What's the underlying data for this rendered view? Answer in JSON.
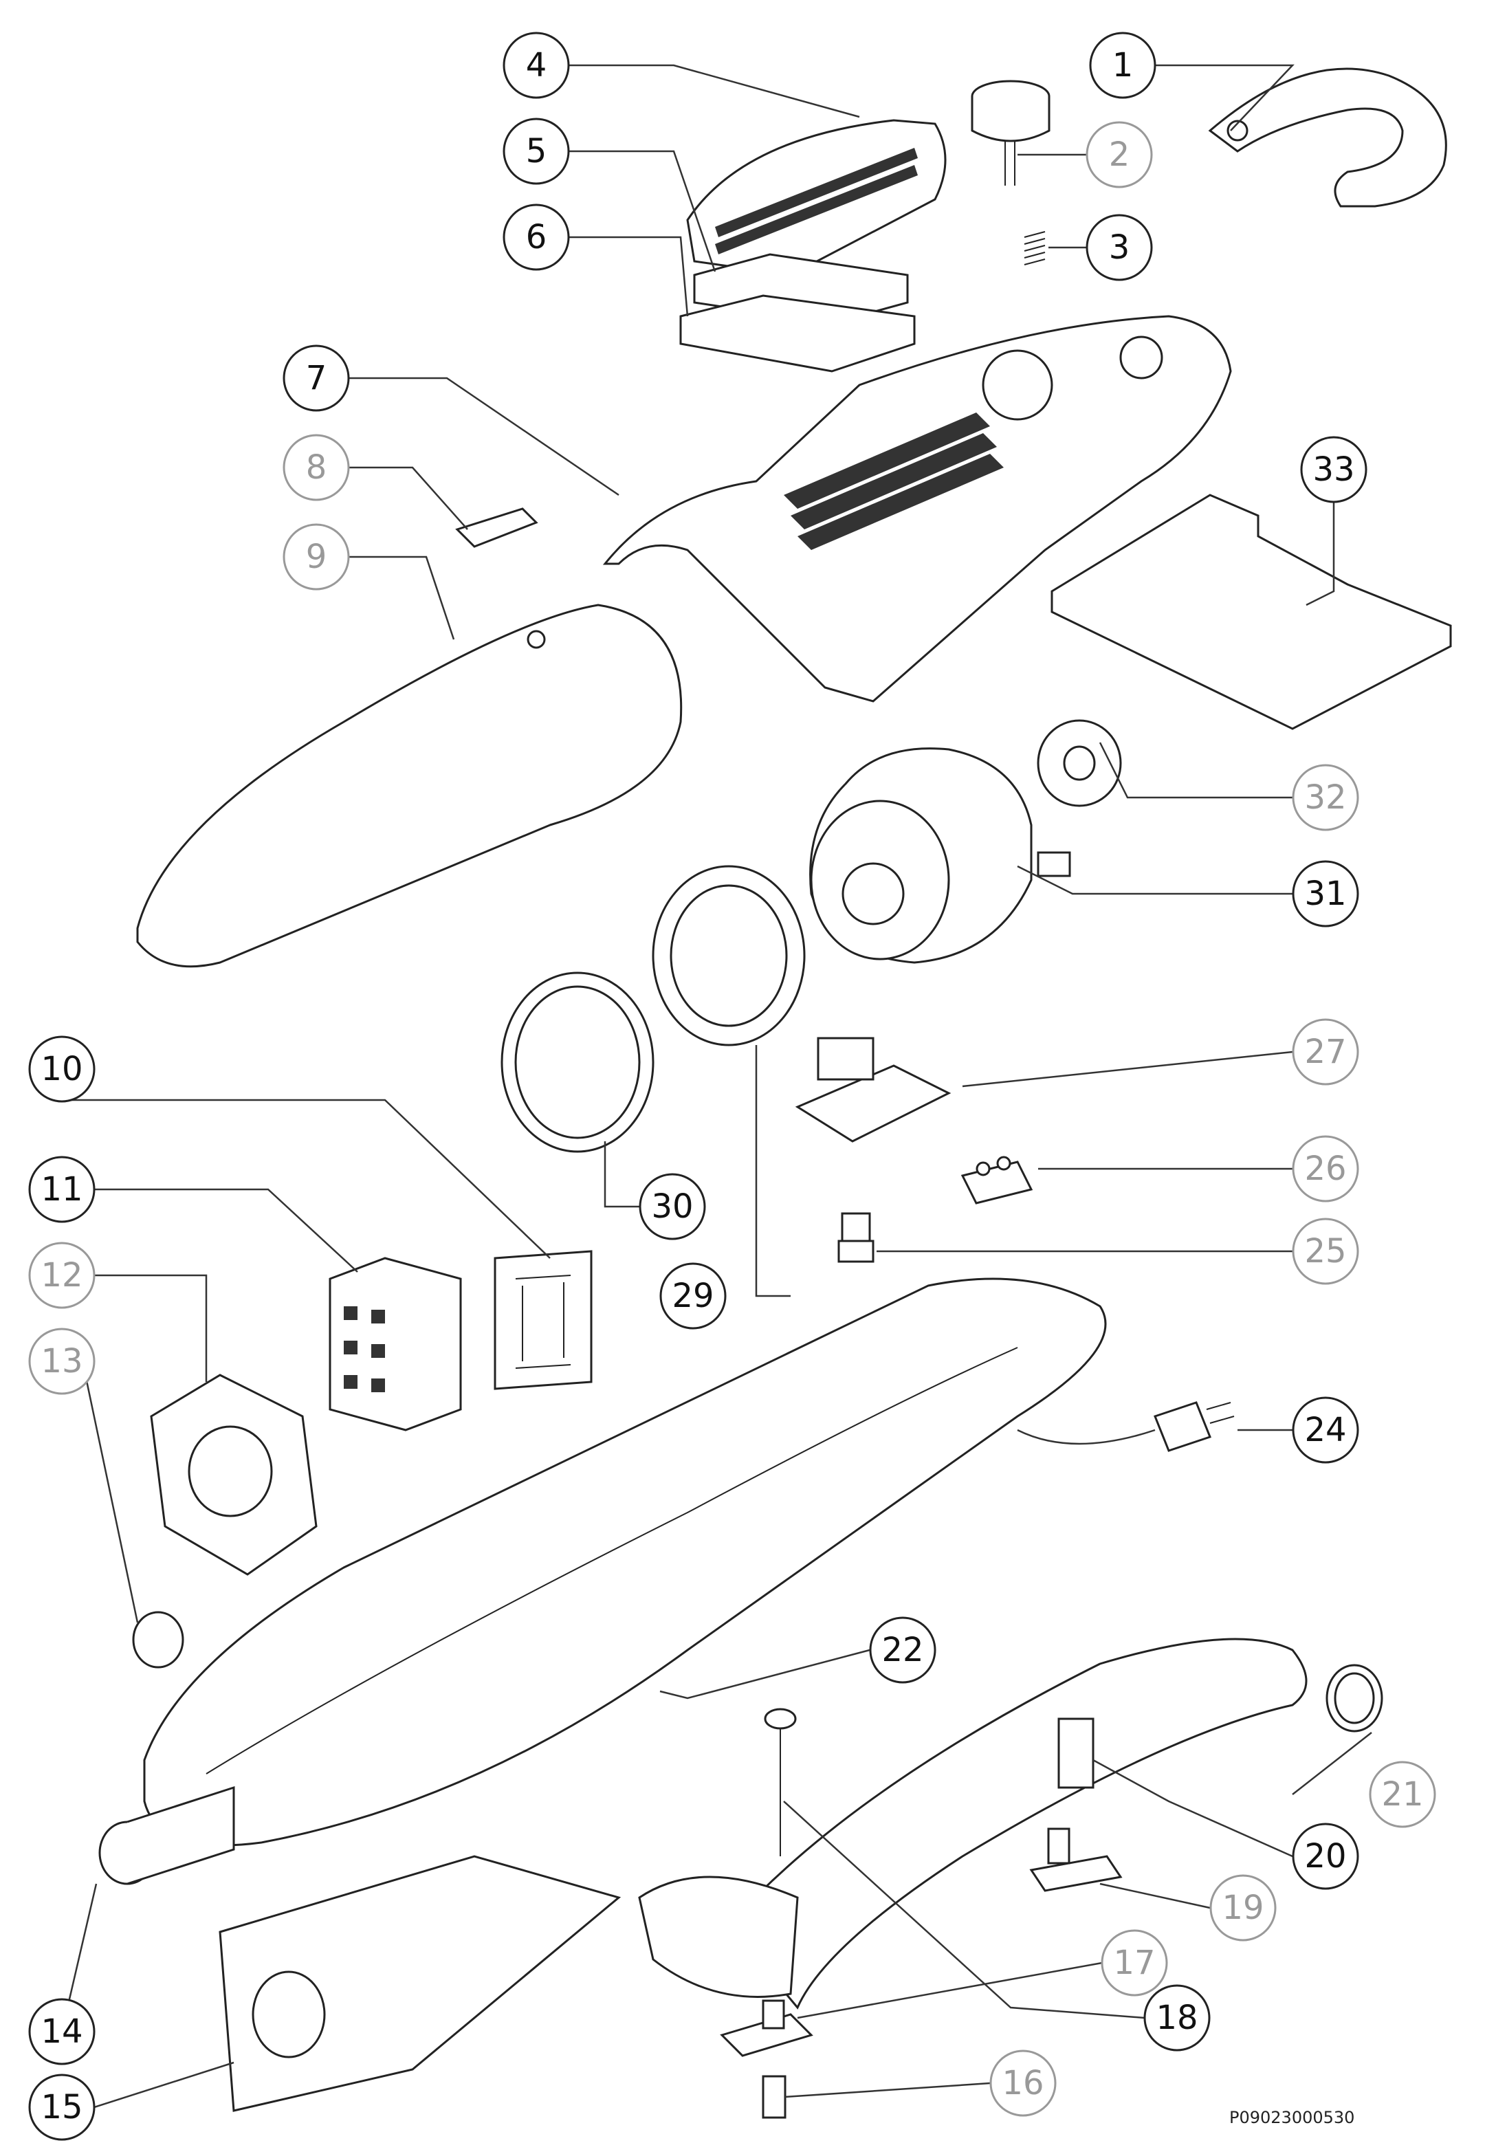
{
  "document_code": "P09023000530",
  "callouts": [
    {
      "label": "1",
      "style": "dark"
    },
    {
      "label": "2",
      "style": "light"
    },
    {
      "label": "3",
      "style": "dark"
    },
    {
      "label": "4",
      "style": "dark"
    },
    {
      "label": "5",
      "style": "dark"
    },
    {
      "label": "6",
      "style": "dark"
    },
    {
      "label": "7",
      "style": "dark"
    },
    {
      "label": "8",
      "style": "light"
    },
    {
      "label": "9",
      "style": "light"
    },
    {
      "label": "10",
      "style": "dark"
    },
    {
      "label": "11",
      "style": "dark"
    },
    {
      "label": "12",
      "style": "light"
    },
    {
      "label": "13",
      "style": "light"
    },
    {
      "label": "14",
      "style": "dark"
    },
    {
      "label": "15",
      "style": "dark"
    },
    {
      "label": "16",
      "style": "light"
    },
    {
      "label": "17",
      "style": "light"
    },
    {
      "label": "18",
      "style": "dark"
    },
    {
      "label": "19",
      "style": "light"
    },
    {
      "label": "20",
      "style": "dark"
    },
    {
      "label": "21",
      "style": "light"
    },
    {
      "label": "22",
      "style": "dark"
    },
    {
      "label": "24",
      "style": "dark"
    },
    {
      "label": "25",
      "style": "light"
    },
    {
      "label": "26",
      "style": "light"
    },
    {
      "label": "27",
      "style": "light"
    },
    {
      "label": "29",
      "style": "dark"
    },
    {
      "label": "30",
      "style": "dark"
    },
    {
      "label": "31",
      "style": "dark"
    },
    {
      "label": "32",
      "style": "light"
    },
    {
      "label": "33",
      "style": "dark"
    }
  ]
}
